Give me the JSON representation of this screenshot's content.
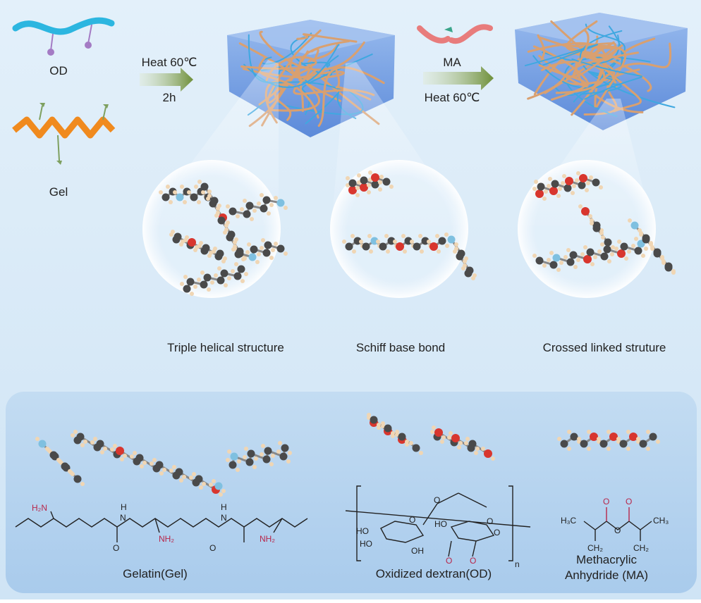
{
  "top": {
    "od_label": "OD",
    "gel_label": "Gel",
    "step1": {
      "line1": "Heat 60℃",
      "line2": "2h"
    },
    "step2": {
      "line1": "MA",
      "line2": "Heat 60℃"
    }
  },
  "zoom_labels": [
    "Triple helical structure",
    "Schiff base bond",
    "Crossed linked struture"
  ],
  "bottom": {
    "gelatin": {
      "name": "Gelatin(Gel)",
      "h2n": "H₂N",
      "nh2_a": "NH₂",
      "nh2_b": "NH₂",
      "h1": "H",
      "n1": "N",
      "h2": "H",
      "n2": "N",
      "o1": "O",
      "o2": "O"
    },
    "dextran": {
      "name": "Oxidized dextran(OD)",
      "ho1": "HO",
      "ho2": "HO",
      "ho3": "HO",
      "oh": "OH",
      "o_ring1": "O",
      "o_link": "O",
      "o_ring2": "O",
      "o_end": "O",
      "o_ald1": "O",
      "o_ald2": "O",
      "n": "n"
    },
    "ma": {
      "name_line1": "Methacrylic",
      "name_line2": "Anhydride (MA)",
      "h3c": "H₃C",
      "ch3": "CH₃",
      "ch2a": "CH₂",
      "ch2b": "CH₂",
      "o_mid": "O",
      "o_top1": "O",
      "o_top2": "O"
    }
  },
  "colors": {
    "od": "#2cb6e0",
    "gel": "#f08a1e",
    "ma": "#e87c7c",
    "arrow": "#6e8f3a",
    "carbon": "#4a4a4a",
    "oxygen": "#d8362e",
    "nitrogen": "#7fc0e0",
    "hydrogen": "#f0d6b4"
  }
}
